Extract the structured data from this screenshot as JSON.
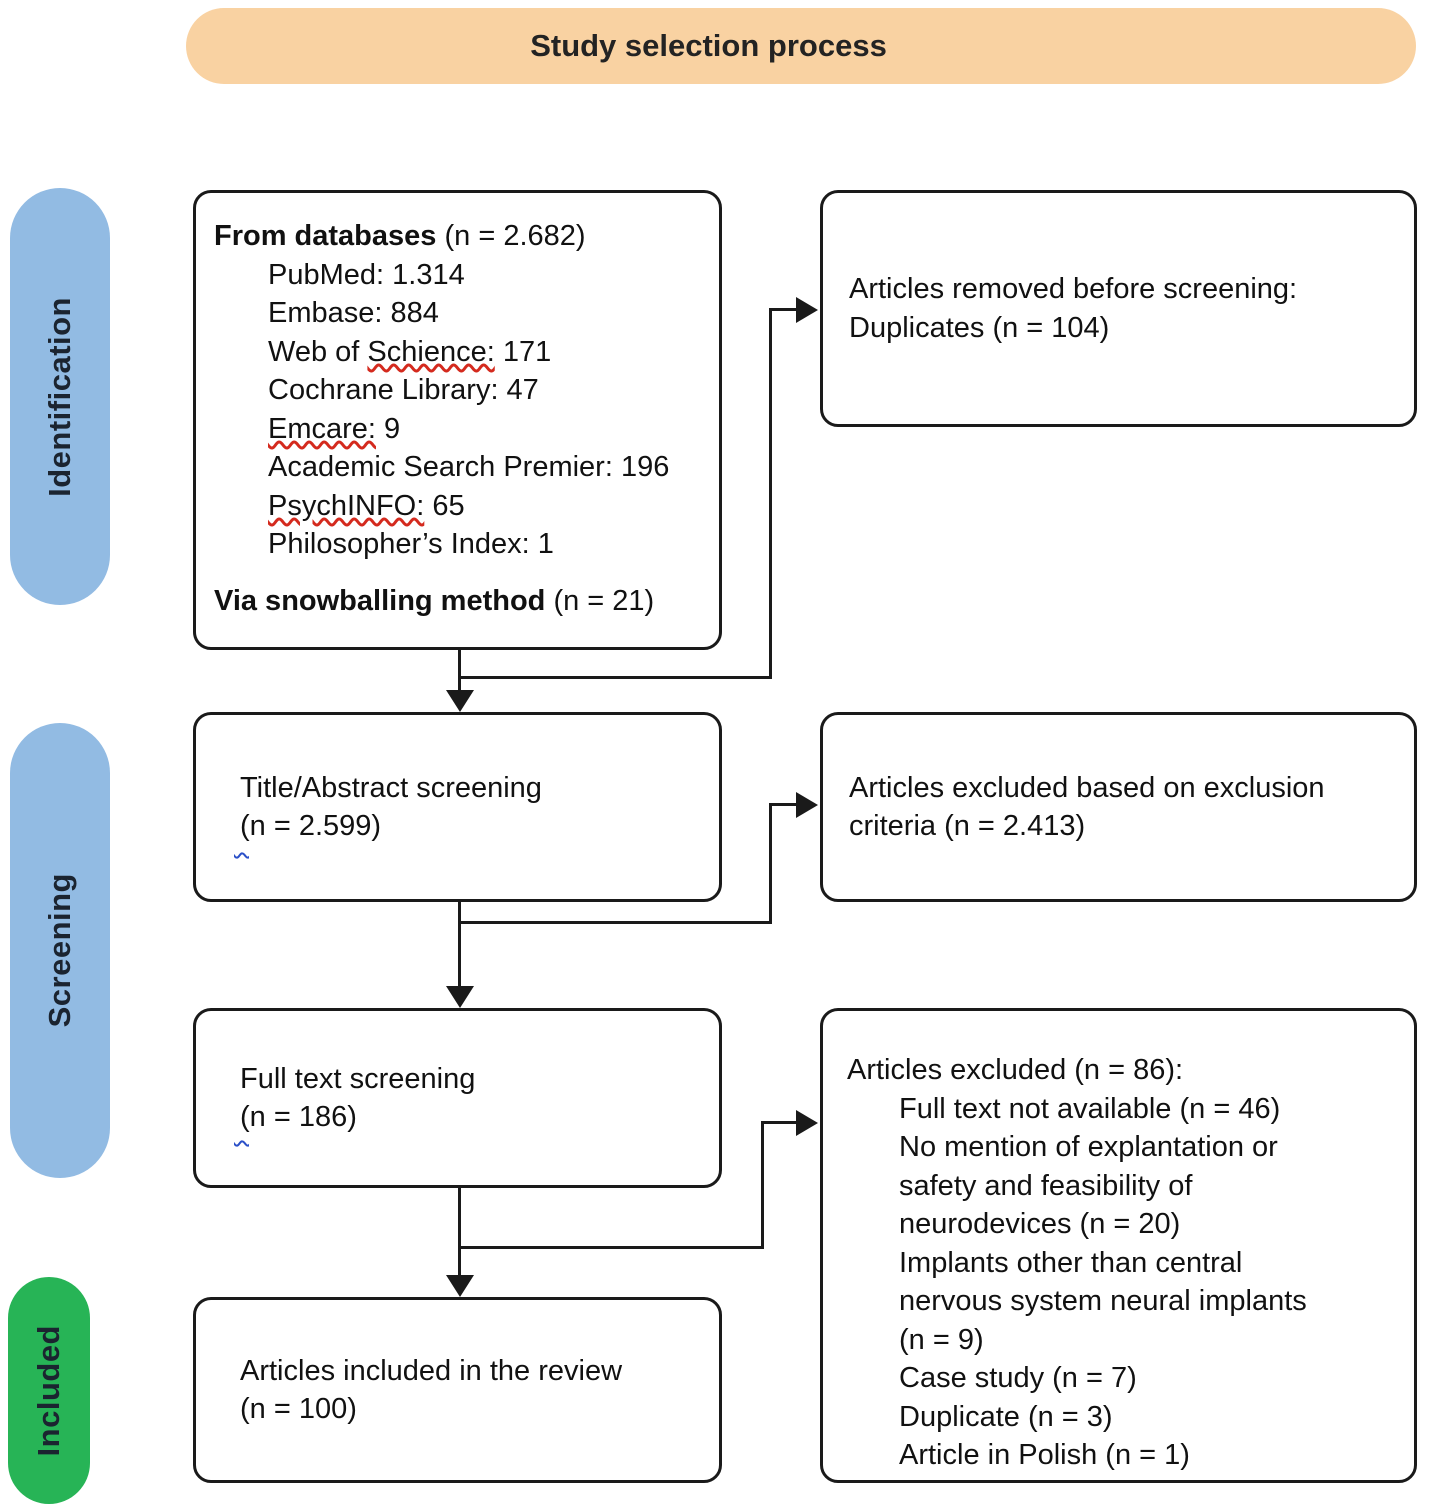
{
  "banner": {
    "title": "Study selection process"
  },
  "stages": [
    {
      "label": "Identification",
      "color": "#92BBE3"
    },
    {
      "label": "Screening",
      "color": "#92BBE3"
    },
    {
      "label": "Included",
      "color": "#27B456"
    }
  ],
  "boxes": {
    "sources": {
      "title_bold": "From databases",
      "title_rest": " (n = 2.682)",
      "items": [
        {
          "pre": "PubMed: 1.314"
        },
        {
          "pre": "Embase: 884"
        },
        {
          "pre": "Web of ",
          "mark": "Schience:",
          "post": " 171"
        },
        {
          "pre": "Cochrane Library: 47"
        },
        {
          "mark": "Emcare:",
          "post": " 9"
        },
        {
          "pre": "Academic Search Premier: 196"
        },
        {
          "mark": "PsychINFO:",
          "post": " 65"
        },
        {
          "pre": "Philosopher’s Index: 1"
        }
      ],
      "footer_bold": "Via snowballing method",
      "footer_rest": " (n = 21)"
    },
    "removed": {
      "lines": [
        "Articles removed before screening:",
        "Duplicates (n = 104)"
      ]
    },
    "title_abstract": {
      "lines": [
        "Title/Abstract screening",
        "(n = 2.599)"
      ]
    },
    "excluded_criteria": {
      "lines": [
        "Articles excluded based on exclusion",
        "criteria (n = 2.413)"
      ]
    },
    "full_text": {
      "lines": [
        "Full text screening",
        "(n = 186)"
      ]
    },
    "excluded_full": {
      "title": "Articles excluded (n = 86):",
      "items": [
        "Full text not available (n = 46)",
        "No mention of explantation or",
        "safety and feasibility of",
        "neurodevices (n = 20)",
        "Implants other than central",
        "nervous system neural implants",
        "(n = 9)",
        "Case study (n = 7)",
        "Duplicate (n = 3)",
        "Article in Polish (n = 1)"
      ]
    },
    "included": {
      "lines": [
        "Articles included in the review",
        "(n = 100)"
      ]
    }
  },
  "colors": {
    "banner_bg": "#F9D2A2",
    "stage_blue": "#92BBE3",
    "stage_green": "#27B456",
    "line": "#1A1A1A",
    "spellcheck_red": "#D42A1E",
    "artifact_blue": "#2B50C8"
  }
}
